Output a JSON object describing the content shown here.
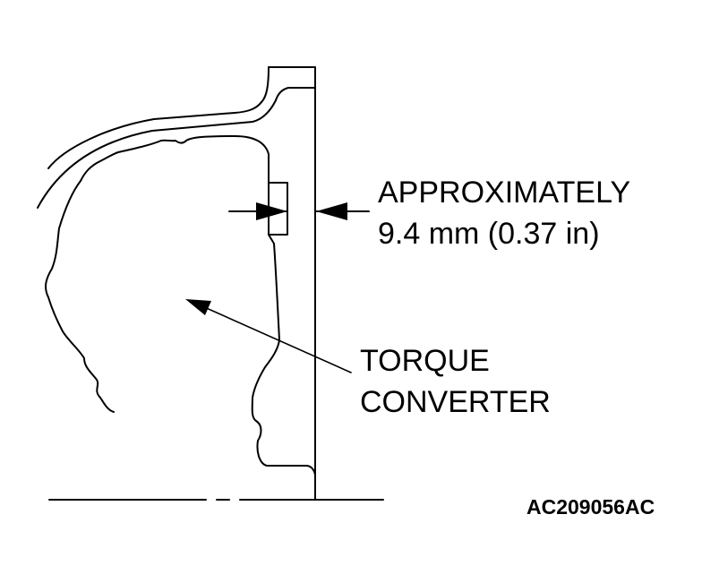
{
  "diagram": {
    "dimension_label": {
      "line1": "APPROXIMATELY",
      "line2": "9.4 mm (0.37 in)"
    },
    "component_label": {
      "line1": "TORQUE",
      "line2": "CONVERTER"
    },
    "figure_id": "AC209056AC",
    "colors": {
      "ink": "#000000",
      "background": "#ffffff"
    }
  }
}
